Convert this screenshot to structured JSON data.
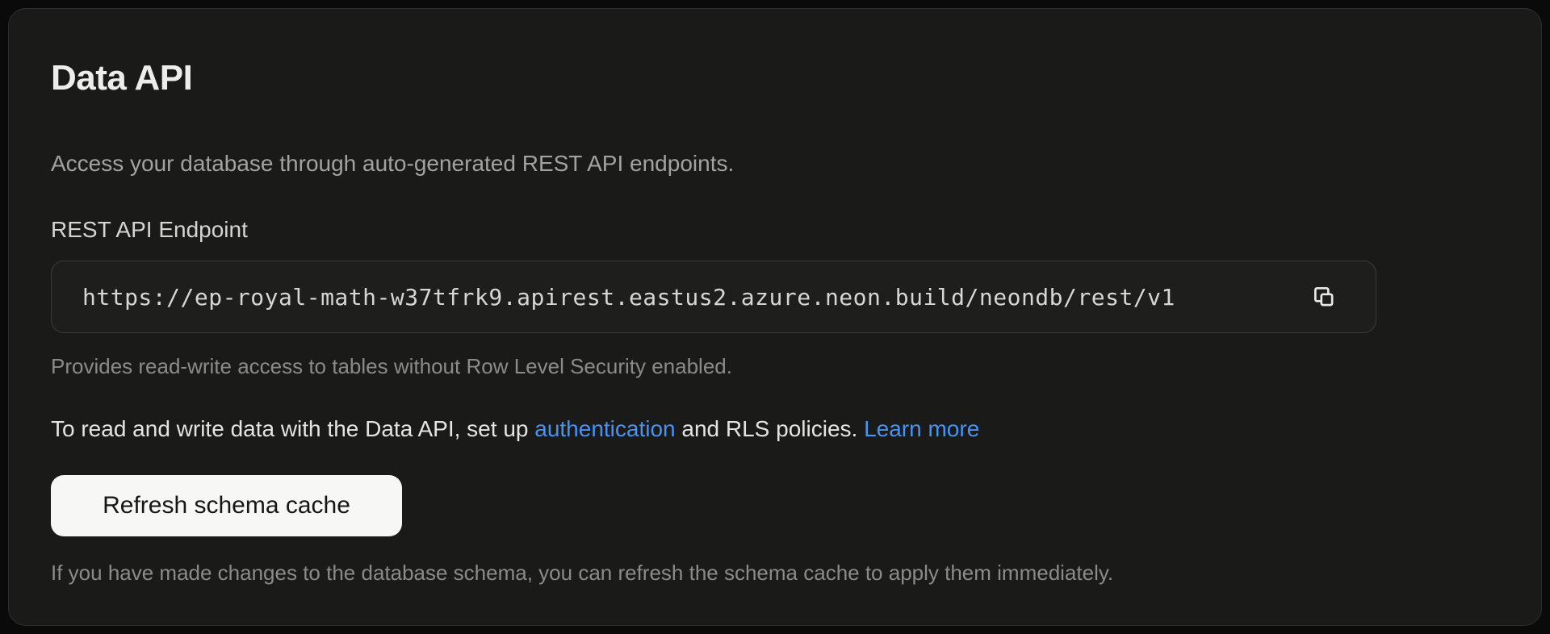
{
  "panel": {
    "title": "Data API",
    "description": "Access your database through auto-generated REST API endpoints.",
    "endpoint": {
      "label": "REST API Endpoint",
      "url": "https://ep-royal-math-w37tfrk9.apirest.eastus2.azure.neon.build/neondb/rest/v1",
      "helper": "Provides read-write access to tables without Row Level Security enabled.",
      "copy_icon": "copy-icon"
    },
    "rls_note": {
      "text_before_auth_link": "To read and write data with the Data API, set up ",
      "auth_link_label": "authentication",
      "text_between_links": " and RLS policies. ",
      "learn_more_label": "Learn more"
    },
    "refresh": {
      "button_label": "Refresh schema cache",
      "helper": "If you have made changes to the database schema, you can refresh the schema cache to apply them immediately."
    }
  },
  "colors": {
    "page_bg": "#0a0a0a",
    "card_bg": "#1a1a19",
    "card_border": "#2e2e2c",
    "field_bg": "#1e1e1d",
    "field_border": "#3a3a38",
    "link_blue": "#4593f7",
    "button_bg": "#f7f7f6",
    "button_text": "#161616",
    "heading_text": "#ededec",
    "body_text": "#e4e4e2",
    "muted_text": "#8b8b89",
    "subtitle_text": "#a2a2a0",
    "label_text": "#d4d4d2",
    "url_text": "#d6d6d4",
    "icon_color": "#e8e8e8"
  }
}
